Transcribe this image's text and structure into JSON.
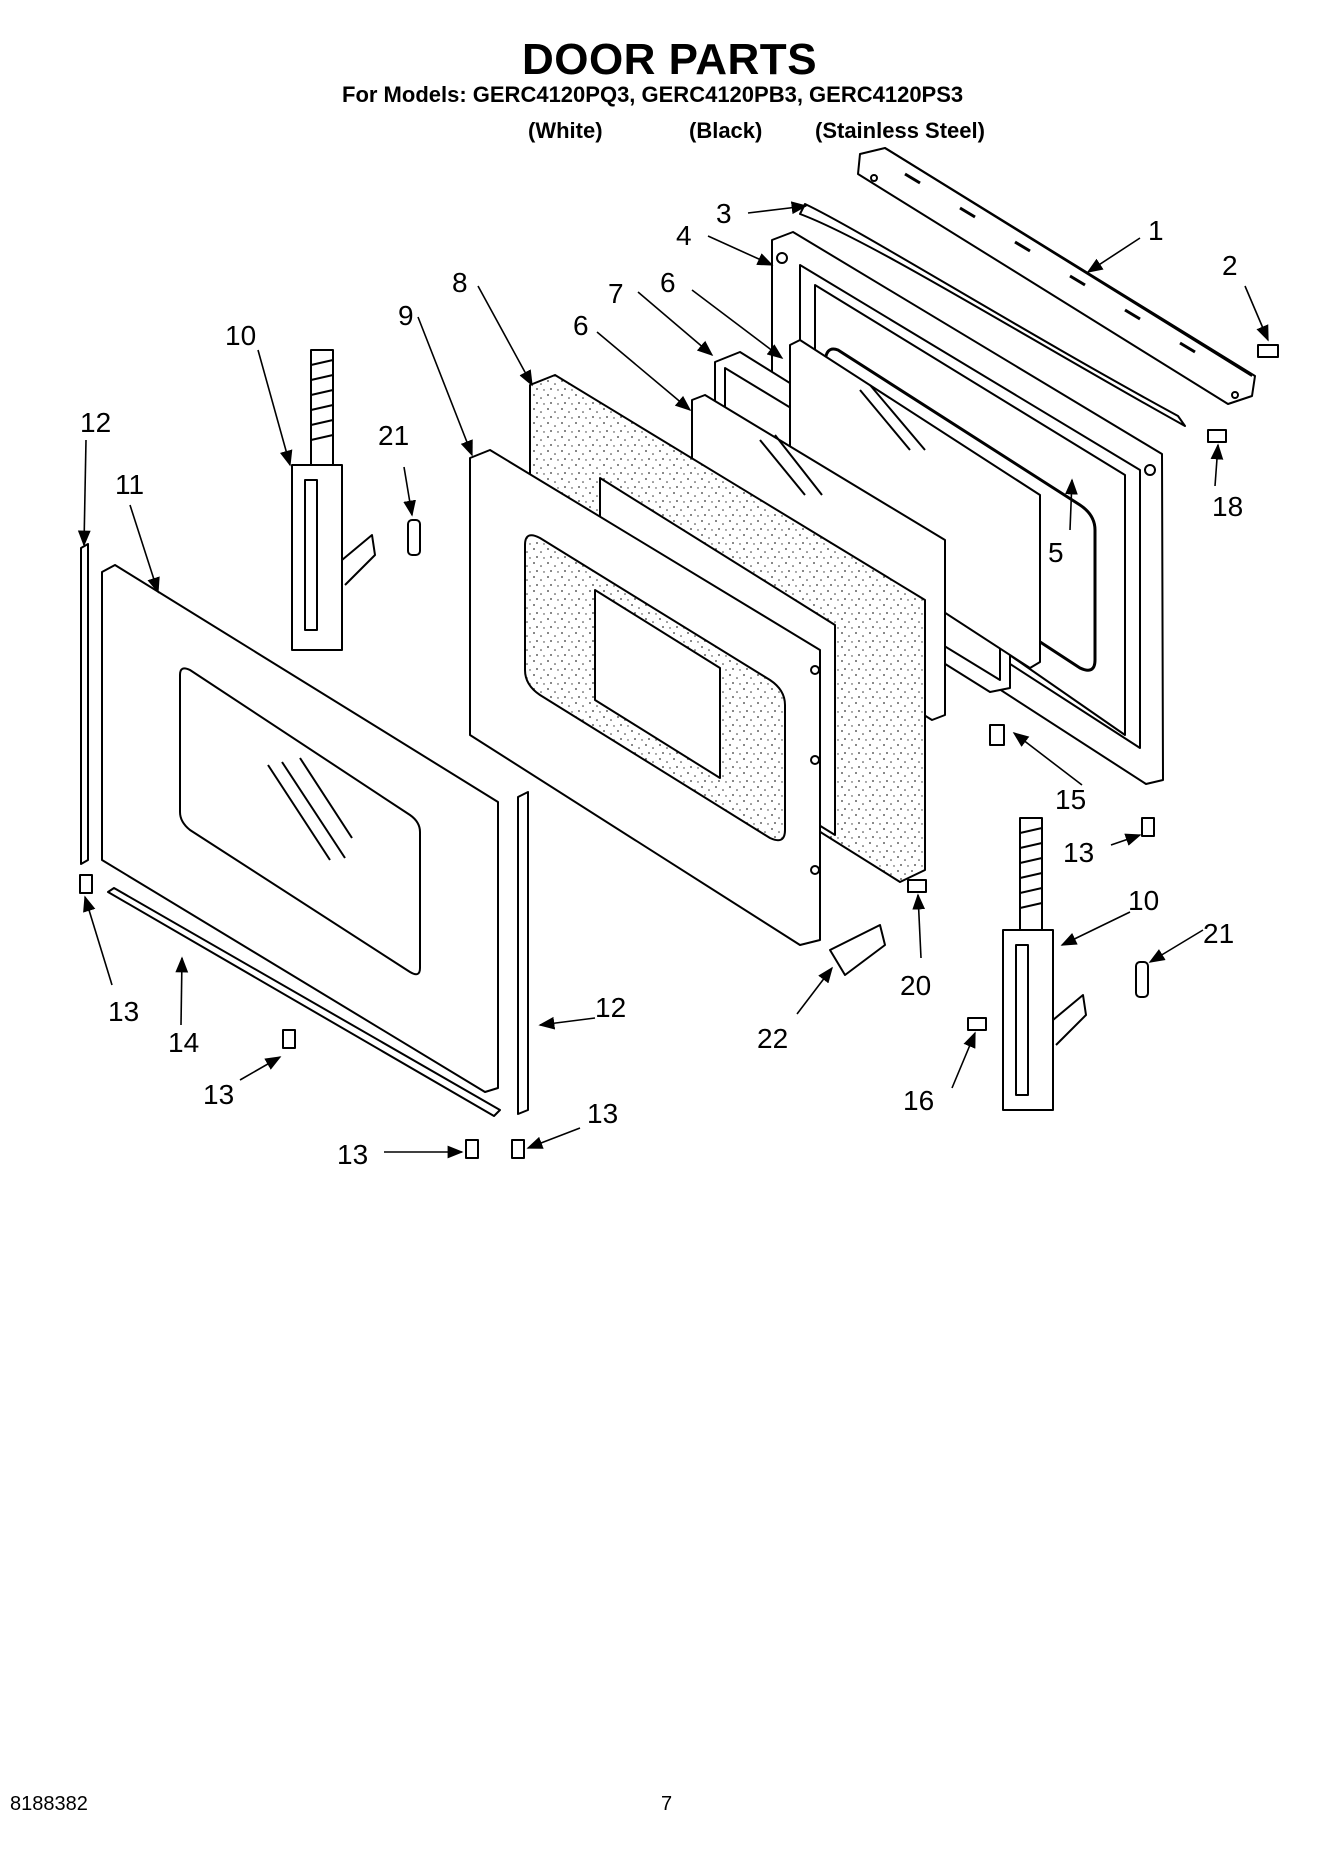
{
  "header": {
    "title": "DOOR PARTS",
    "models": "For Models: GERC4120PQ3, GERC4120PB3, GERC4120PS3",
    "variants": [
      "(White)",
      "(Black)",
      "(Stainless Steel)"
    ]
  },
  "callouts": {
    "c1": "1",
    "c2": "2",
    "c3": "3",
    "c4": "4",
    "c5": "5",
    "c6a": "6",
    "c6b": "6",
    "c7": "7",
    "c8": "8",
    "c9": "9",
    "c10a": "10",
    "c10b": "10",
    "c11": "11",
    "c12a": "12",
    "c12b": "12",
    "c13a": "13",
    "c13b": "13",
    "c13c": "13",
    "c13d": "13",
    "c13e": "13",
    "c14": "14",
    "c15": "15",
    "c16": "16",
    "c18": "18",
    "c20": "20",
    "c21a": "21",
    "c21b": "21",
    "c22": "22"
  },
  "footer": {
    "doc_number": "8188382",
    "page_number": "7"
  }
}
